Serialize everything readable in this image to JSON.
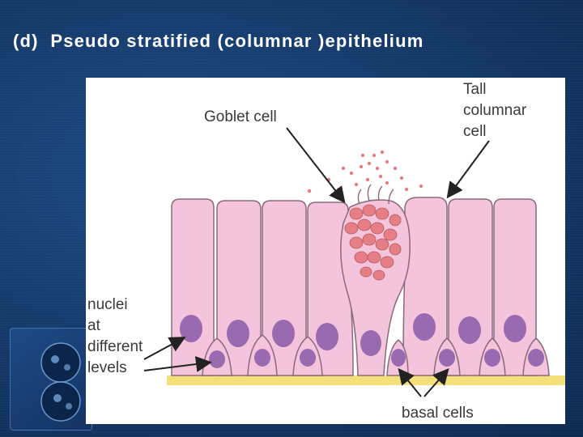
{
  "slide": {
    "title": "(d)  Pseudo stratified (columnar )epithelium"
  },
  "diagram": {
    "labels": {
      "goblet_cell": "Goblet cell",
      "tall_columnar_1": "Tall",
      "tall_columnar_2": "columnar",
      "tall_columnar_3": "cell",
      "nuclei_1": "nuclei",
      "nuclei_2": "at",
      "nuclei_3": "different",
      "nuclei_4": "levels",
      "basal_cells": "basal cells"
    },
    "colors": {
      "cell_fill": "#f4c4dc",
      "cell_stroke": "#8a6a7a",
      "nucleus": "#9a6ab0",
      "basement_membrane": "#f3e07a",
      "mucus": "#e57f85"
    }
  }
}
